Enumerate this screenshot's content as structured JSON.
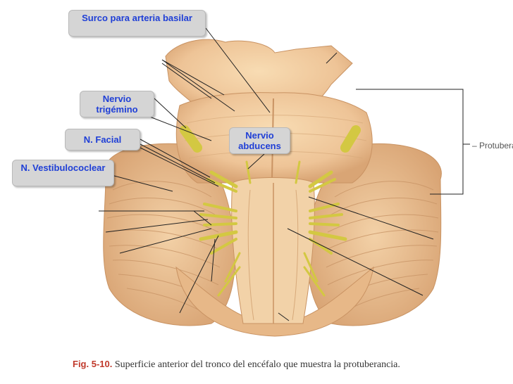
{
  "labels": {
    "surco": "Surco para arteria basilar",
    "trigemino": "Nervio trigémino",
    "facial": "N. Facial",
    "vestibulococlear": "N. Vestibulococlear",
    "abducens": "Nervio abducens"
  },
  "side_label": "– Protubera",
  "caption": {
    "fig": "Fig. 5-10.",
    "text": "Superficie anterior del tronco del encéfalo que muestra la protuberancia."
  },
  "colors": {
    "label_text": "#1f3fd6",
    "label_bg": "#d5d5d5",
    "tissue": "#efc99b",
    "nerve": "#d9d24a"
  }
}
